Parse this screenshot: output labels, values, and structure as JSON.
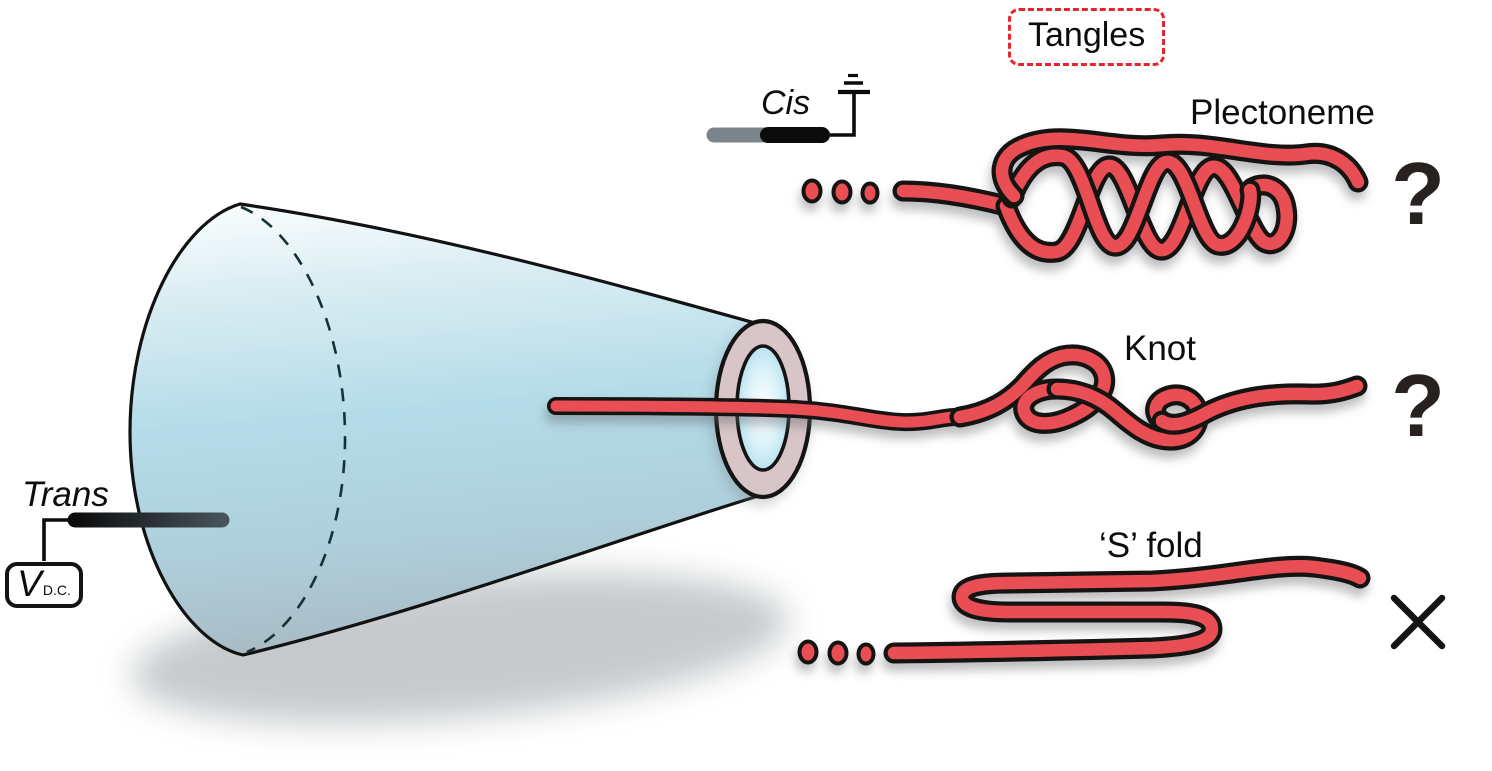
{
  "figure": {
    "title_box": {
      "label": "Tangles",
      "border_color": "#e4262c"
    },
    "rows": [
      {
        "label": "Plectoneme",
        "mark": "?",
        "mark_type": "question-mark"
      },
      {
        "label": "Knot",
        "mark": "?",
        "mark_type": "question-mark"
      },
      {
        "label": "‘S’ fold",
        "mark": "cross",
        "mark_type": "cross-icon"
      }
    ],
    "device": {
      "cis_label": "Cis",
      "trans_label": "Trans",
      "voltage_source_symbol": "V",
      "voltage_source_subscript": "D.C."
    },
    "icons": [
      "ground-icon",
      "cross-icon",
      "ellipsis-dots-icon",
      "nanopore-ring",
      "funnel-cone"
    ],
    "colors": {
      "strand_red": "#e84e53",
      "strand_outline": "#161412",
      "pore_ring": "#d8c5c8",
      "pore_inner_blue": "#bfe7f4",
      "cone_blue": "#b7dde9",
      "dashed_box_red": "#e4262c"
    }
  }
}
